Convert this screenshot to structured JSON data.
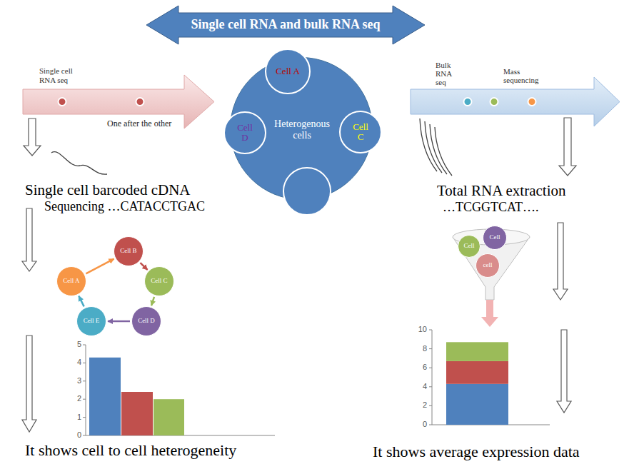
{
  "diagram": {
    "nodes": [
      {
        "text": [
          "Single cell RNA and bulk RNA seq"
        ]
      },
      {
        "text": [
          "Single cell RNA seq",
          "One after the other"
        ]
      },
      {
        "text": [
          "Heterogenous cells"
        ]
      },
      {
        "text": [
          "Cell A"
        ]
      },
      {
        "text": [
          "Cell D"
        ]
      },
      {
        "text": [
          "Cell C"
        ]
      },
      {
        "text": [
          "Bulk RNA seq",
          "Mass sequencing"
        ]
      },
      {
        "text": [
          "Cell B"
        ]
      },
      {
        "text": [
          "Cell A"
        ]
      },
      {
        "text": [
          "Cell C"
        ]
      },
      {
        "text": [
          "Cell E"
        ]
      },
      {
        "text": [
          "Cell D"
        ]
      },
      {
        "text": [
          "Cell"
        ]
      },
      {
        "text": [
          "Cell"
        ]
      },
      {
        "text": [
          "cell"
        ]
      }
    ],
    "edges": [
      {
        "from": 7,
        "to": 9,
        "arrow": "to"
      },
      {
        "from": 9,
        "to": 11,
        "arrow": "to"
      },
      {
        "from": 11,
        "to": 10,
        "arrow": "to"
      },
      {
        "from": 10,
        "to": 8,
        "arrow": "to"
      },
      {
        "from": 8,
        "to": 7,
        "arrow": "to"
      }
    ],
    "labels": [
      "Single cell barcoded cDNA",
      "Sequencing …CATACCTGAC",
      "Total RNA extraction",
      "…TCGGTCAT….",
      "0",
      "1",
      "2",
      "3",
      "4",
      "5",
      "0",
      "2",
      "4",
      "6",
      "8",
      "10",
      "It shows cell to cell heterogeneity",
      "It shows average expression data"
    ]
  }
}
